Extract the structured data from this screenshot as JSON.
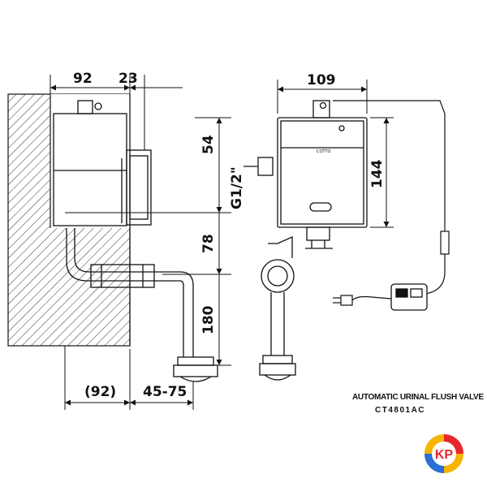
{
  "diagram": {
    "dimensions": {
      "width_left": "92",
      "depth_left": "23",
      "width_right": "109",
      "top_offset": "54",
      "thread": "G1/2\"",
      "height_right": "144",
      "mid_drop": "78",
      "lower_drop": "180",
      "wall_depth": "(92)",
      "pipe_range": "45-75"
    },
    "caption": {
      "title": "AUTOMATIC URINAL FLUSH VALVE",
      "model": "CT4801AC"
    },
    "logo": {
      "text": "KP",
      "colors": [
        "#f5b400",
        "#e8262d",
        "#2a6fd6"
      ]
    }
  }
}
